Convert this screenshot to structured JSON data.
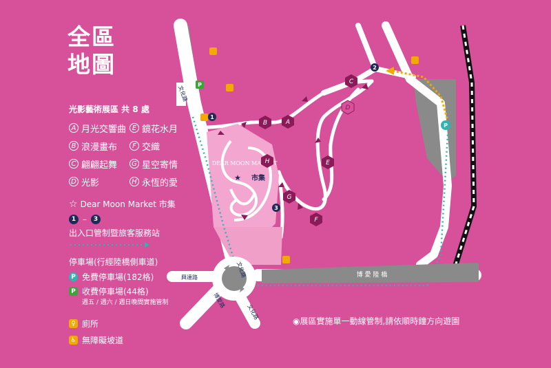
{
  "title": {
    "line1": "全區",
    "line2": "地圖"
  },
  "legend": {
    "zones_heading": "光影藝術展區 共 8 處",
    "zones": [
      {
        "letter": "A",
        "name": "月光交響曲"
      },
      {
        "letter": "E",
        "name": "鏡花水月"
      },
      {
        "letter": "B",
        "name": "浪漫畫布"
      },
      {
        "letter": "F",
        "name": "交織"
      },
      {
        "letter": "C",
        "name": "翩翩起舞"
      },
      {
        "letter": "G",
        "name": "星空寄情"
      },
      {
        "letter": "D",
        "name": "光影"
      },
      {
        "letter": "H",
        "name": "永恆的愛"
      }
    ],
    "market": "Dear Moon Market 市集",
    "entrance_from": "1",
    "entrance_to": "3",
    "entrance_label": "出入口管制暨旅客服務站",
    "parking_route": "停車場(行經陸橋側車道)",
    "free_parking": "免費停車場(182格)",
    "paid_parking": "收費停車場(44格)",
    "paid_note": "週五 / 週六 / 週日晚間實施管制",
    "toilet": "廁所",
    "accessible": "無障礙坡道"
  },
  "map": {
    "roads": {
      "wenhua_top": "文化路",
      "wenhua_circle": "文化路",
      "wenhua_bottom": "文化路",
      "xingda": "興達路",
      "boai": "博愛路",
      "bridge": "博 愛 陸 橋"
    },
    "market_name": "DEAR MOON MARKET",
    "market_label": "市集",
    "gates": [
      "1",
      "2",
      "3"
    ],
    "parking_free": "P",
    "parking_paid": "P",
    "toilet_icon": "toilet-icon"
  },
  "note": "◉展區實施單一動線管制,請依順時鐘方向遊園",
  "colors": {
    "background": "#d6509a",
    "road": "#ffffff",
    "zone_hex": "#8a1a58",
    "navy": "#1f2a5a",
    "gray": "#8a8a8a",
    "paid_green": "#3ba43b",
    "free_teal": "#2fb3b3",
    "orange_route": "#f2a900",
    "light_pink": "#f3a6cf"
  }
}
